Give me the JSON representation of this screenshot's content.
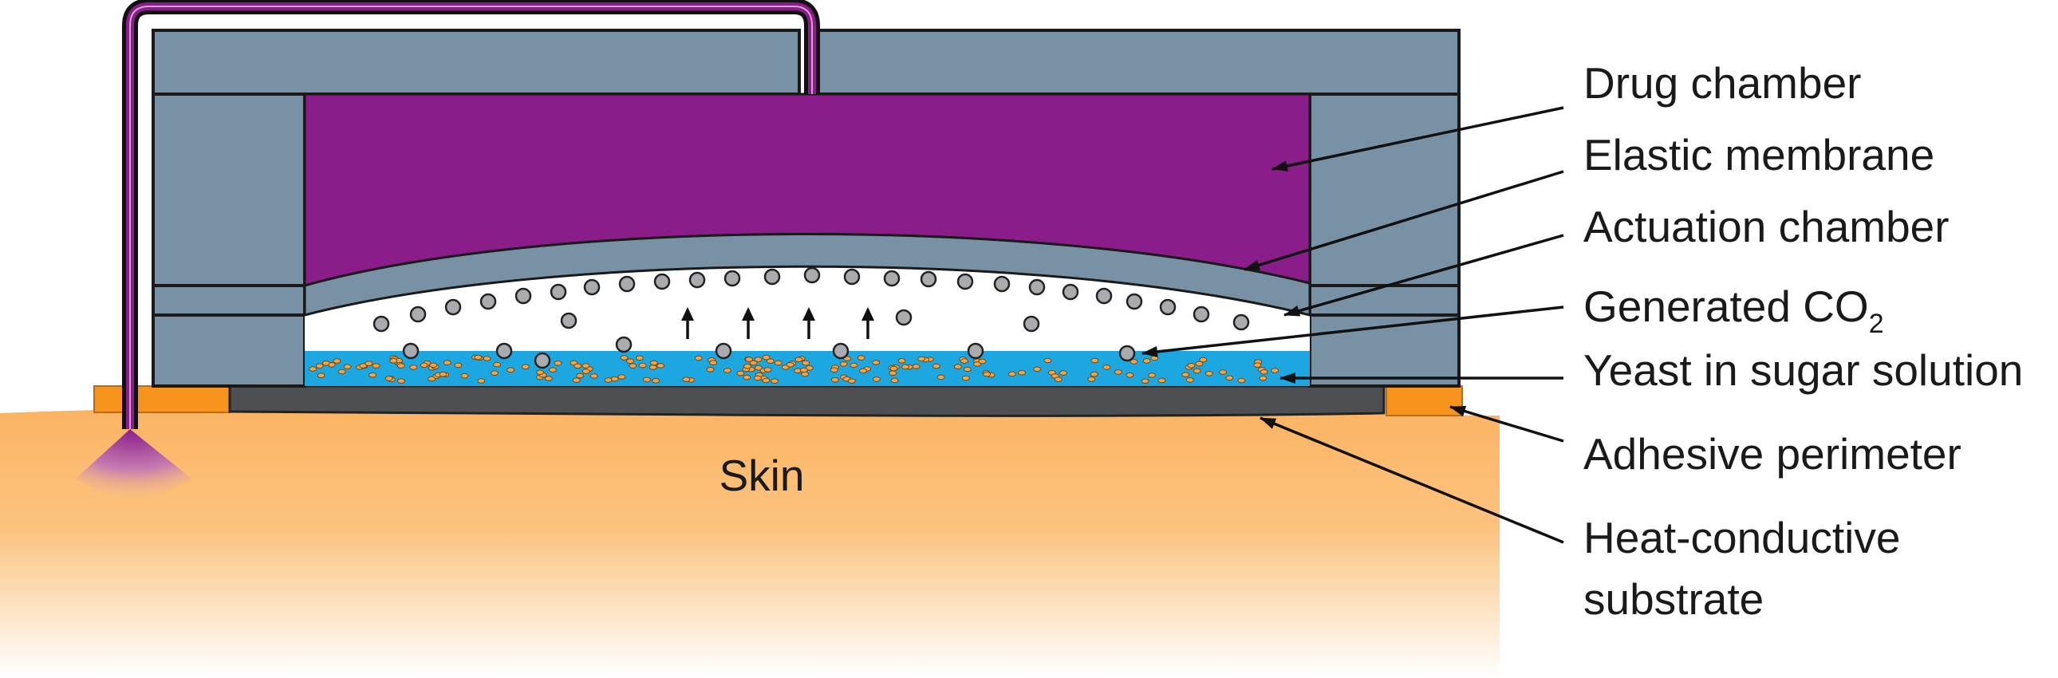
{
  "colors": {
    "housing": "#7891a5",
    "drug": "#8a1d8a",
    "solution": "#1ca7e0",
    "adhesive": "#f7941d",
    "substrate": "#4d4f52",
    "skin_top": "#fbb463",
    "skin_bottom": "#ffffff",
    "bubble": "#a9abae",
    "yeast": "#f3a447",
    "tube": "#8a1d8a"
  },
  "skin": {
    "label": "Skin"
  },
  "labels": [
    {
      "id": "drug-chamber",
      "text": "Drug chamber"
    },
    {
      "id": "elastic-membrane",
      "text": "Elastic membrane"
    },
    {
      "id": "actuation-chamber",
      "text": "Actuation chamber"
    },
    {
      "id": "generated-co2",
      "text": "Generated CO",
      "subscript": "2"
    },
    {
      "id": "yeast-solution",
      "text": "Yeast in sugar solution"
    },
    {
      "id": "adhesive-perimeter",
      "text": "Adhesive perimeter"
    },
    {
      "id": "heat-substrate",
      "text": "Heat-conductive",
      "text2": "substrate"
    }
  ]
}
